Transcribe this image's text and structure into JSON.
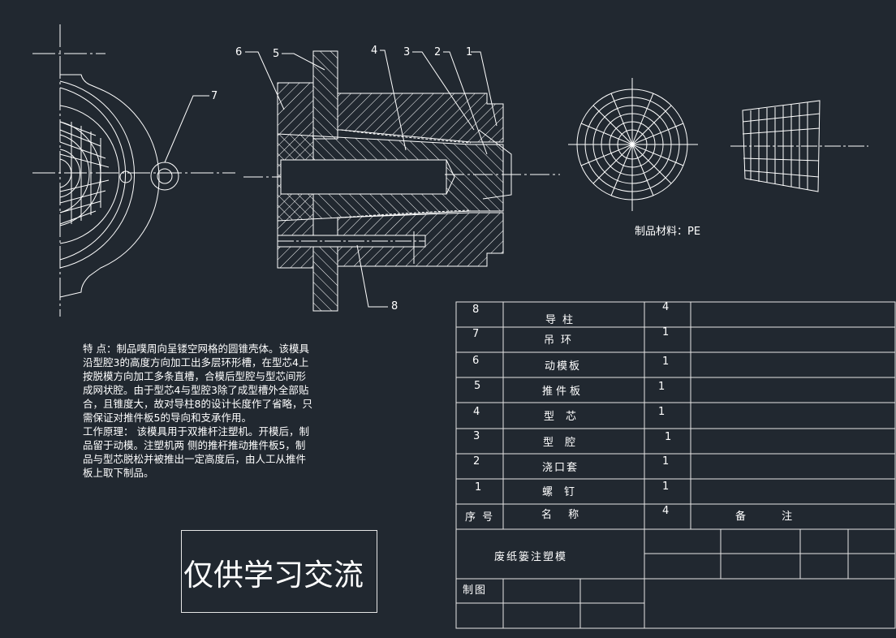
{
  "colors": {
    "background": "#212830",
    "lines": "#ffffff"
  },
  "callouts": [
    "1",
    "2",
    "3",
    "4",
    "5",
    "6",
    "7",
    "8"
  ],
  "material_label": "制品材料：PE",
  "notes": {
    "features": "特 点：制品噗周向呈镂空网格的圆锥壳体。该模具沿型腔3的高度方向加工出多层环形槽，在型芯4上按脱模方向加工多条直槽，合模后型腔与型芯间形成网状腔。由于型芯4与型腔3除了成型槽外全部贴合，且锥度大，故对导柱8的设计长度作了省略，只需保证对推件板5的导向和支承作用。",
    "principle": "工作原理： 该模具用于双推杆注塑机。开模后，制品留于动模。注塑机两 侧的推杆推动推件板5，制品与型芯脱松并被推出一定高度后，由人工从推件板上取下制品。"
  },
  "watermark": "仅供学习交流",
  "parts_table": {
    "rows": [
      {
        "no": "8",
        "name": "导柱",
        "qty": "4"
      },
      {
        "no": "7",
        "name": "吊环",
        "qty": "1"
      },
      {
        "no": "6",
        "name": "动模板",
        "qty": "1"
      },
      {
        "no": "5",
        "name": "推件板",
        "qty": "1"
      },
      {
        "no": "4",
        "name": "型芯",
        "qty": "1"
      },
      {
        "no": "3",
        "name": "型腔",
        "qty": "1"
      },
      {
        "no": "2",
        "name": "浇口套",
        "qty": "1"
      },
      {
        "no": "1",
        "name": "螺钉",
        "qty": "1"
      }
    ],
    "header": {
      "no": "序 号",
      "name": "名 称",
      "qty": "4",
      "remark": "备 注"
    }
  },
  "title_block": {
    "title": "废纸篓注塑模",
    "drawn_by": "制图"
  }
}
